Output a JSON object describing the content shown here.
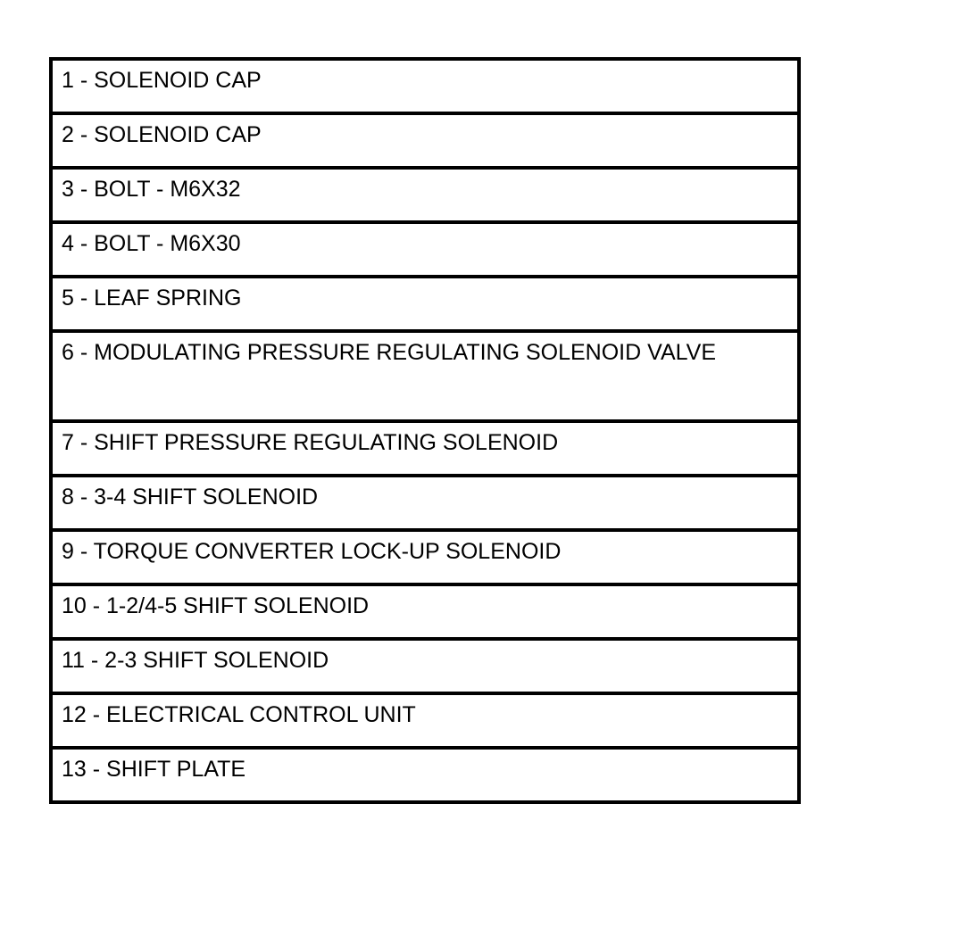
{
  "legend": {
    "items": [
      "1 - SOLENOID CAP",
      "2 - SOLENOID CAP",
      "3 - BOLT - M6X32",
      "4 - BOLT - M6X30",
      "5 - LEAF SPRING",
      "6 - MODULATING PRESSURE REGULATING SOLENOID VALVE",
      "7 - SHIFT PRESSURE REGULATING SOLENOID",
      "8 - 3-4 SHIFT SOLENOID",
      "9 - TORQUE CONVERTER LOCK-UP SOLENOID",
      "10 - 1-2/4-5 SHIFT SOLENOID",
      "11 - 2-3 SHIFT SOLENOID",
      "12 - ELECTRICAL CONTROL UNIT",
      "13 - SHIFT PLATE"
    ]
  }
}
